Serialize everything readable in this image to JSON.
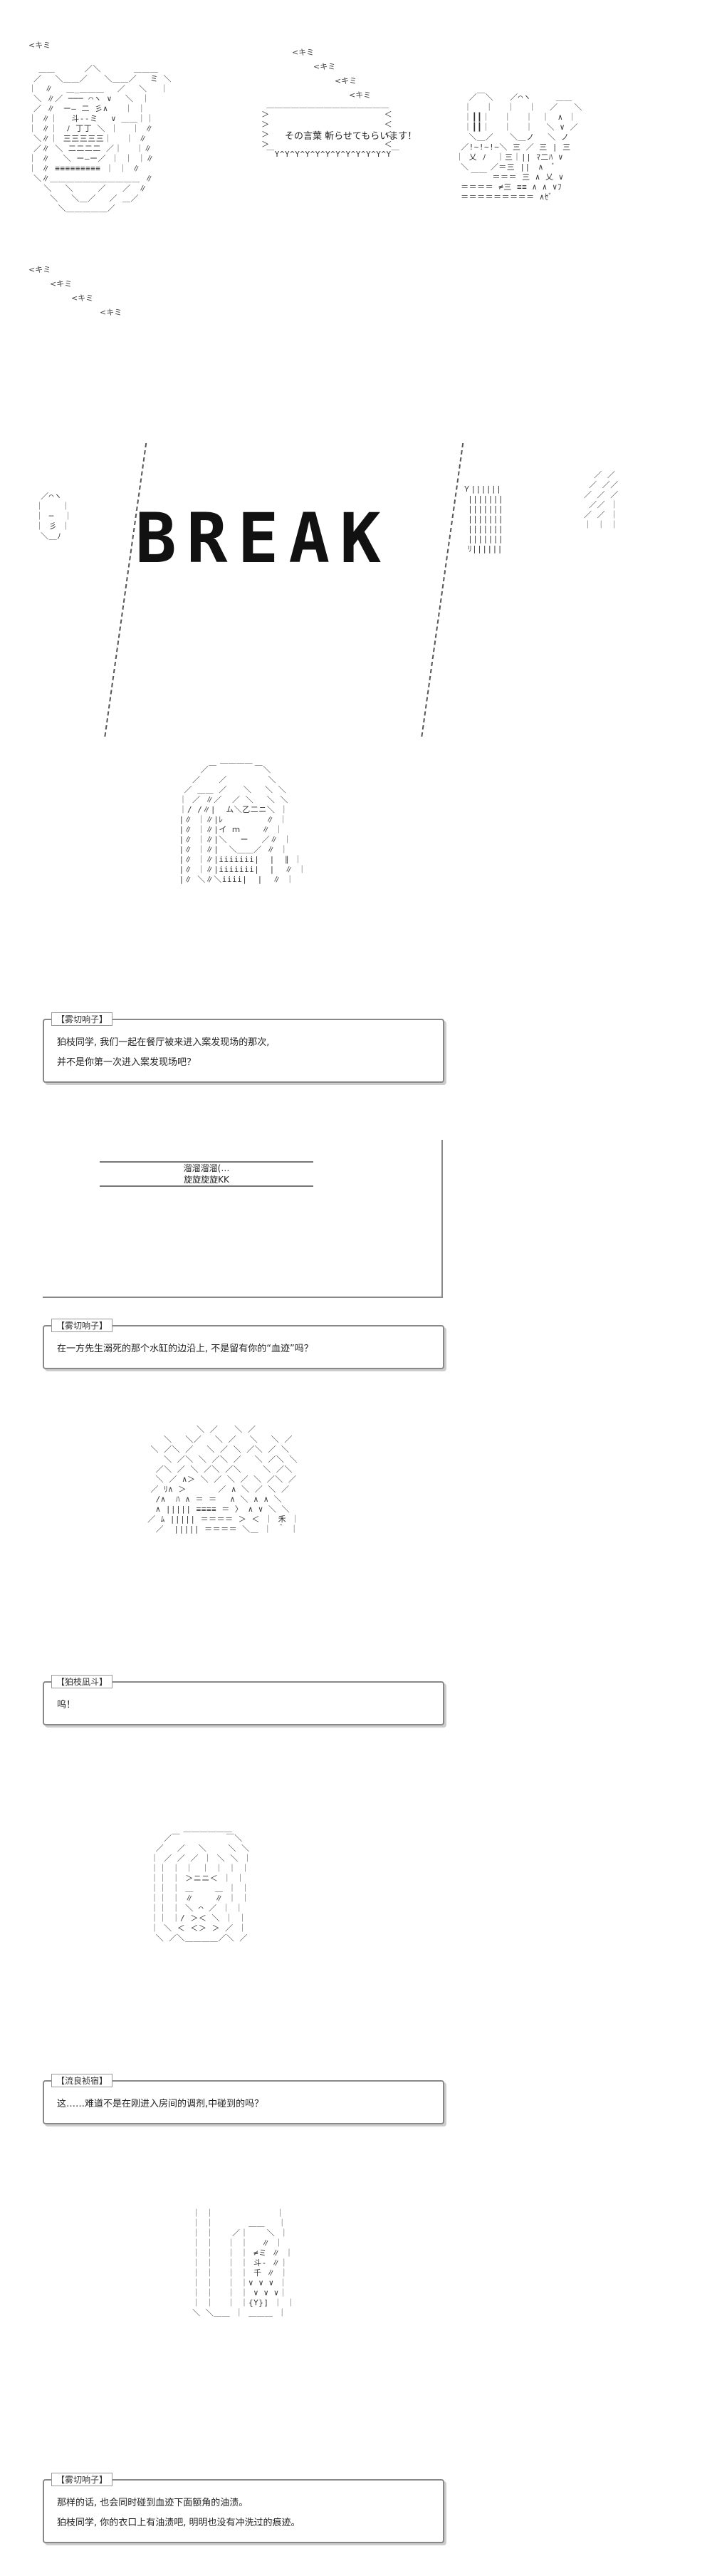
{
  "panels": [
    {
      "id": "p1",
      "kimi_labels": [
        "<キミ",
        "<キミ",
        "<キミ",
        "<キミ",
        "<キミ",
        "<キミ",
        "<キミ",
        "<キミ",
        "<キミ"
      ],
      "speech_lines": [
        "その言葉 斬らせてもらいます！"
      ]
    },
    {
      "id": "p2",
      "word": "BREAK"
    },
    {
      "id": "p3",
      "speaker": "【雾切响子】",
      "lines": [
        "狛枝同学, 我们一起在餐厅被来进入案发现场的那次,",
        "并不是你第一次进入案发现场吧？"
      ]
    },
    {
      "id": "p4",
      "caption_lines": [
        "溜溜溜溜(…",
        "旋旋旋旋KK"
      ],
      "speaker": "【雾切响子】",
      "lines": [
        "在一方先生溺死的那个水缸的边沿上, 不是留有你的“血迹”吗？"
      ]
    },
    {
      "id": "p5",
      "speaker": "【狛枝凪斗】",
      "lines": [
        "呜！"
      ]
    },
    {
      "id": "p6",
      "speaker": "【流良祯宿】",
      "lines": [
        "这……难道不是在刚进入房间的调剂,中碰到的吗？"
      ]
    },
    {
      "id": "p7",
      "speaker": "【雾切响子】",
      "lines": [
        "那样的话, 也会同时碰到血迹下面额角的油渍。",
        "狛枝同学, 你的衣口上有油渍吧, 明明也没有冲洗过的痕迹。"
      ]
    }
  ]
}
